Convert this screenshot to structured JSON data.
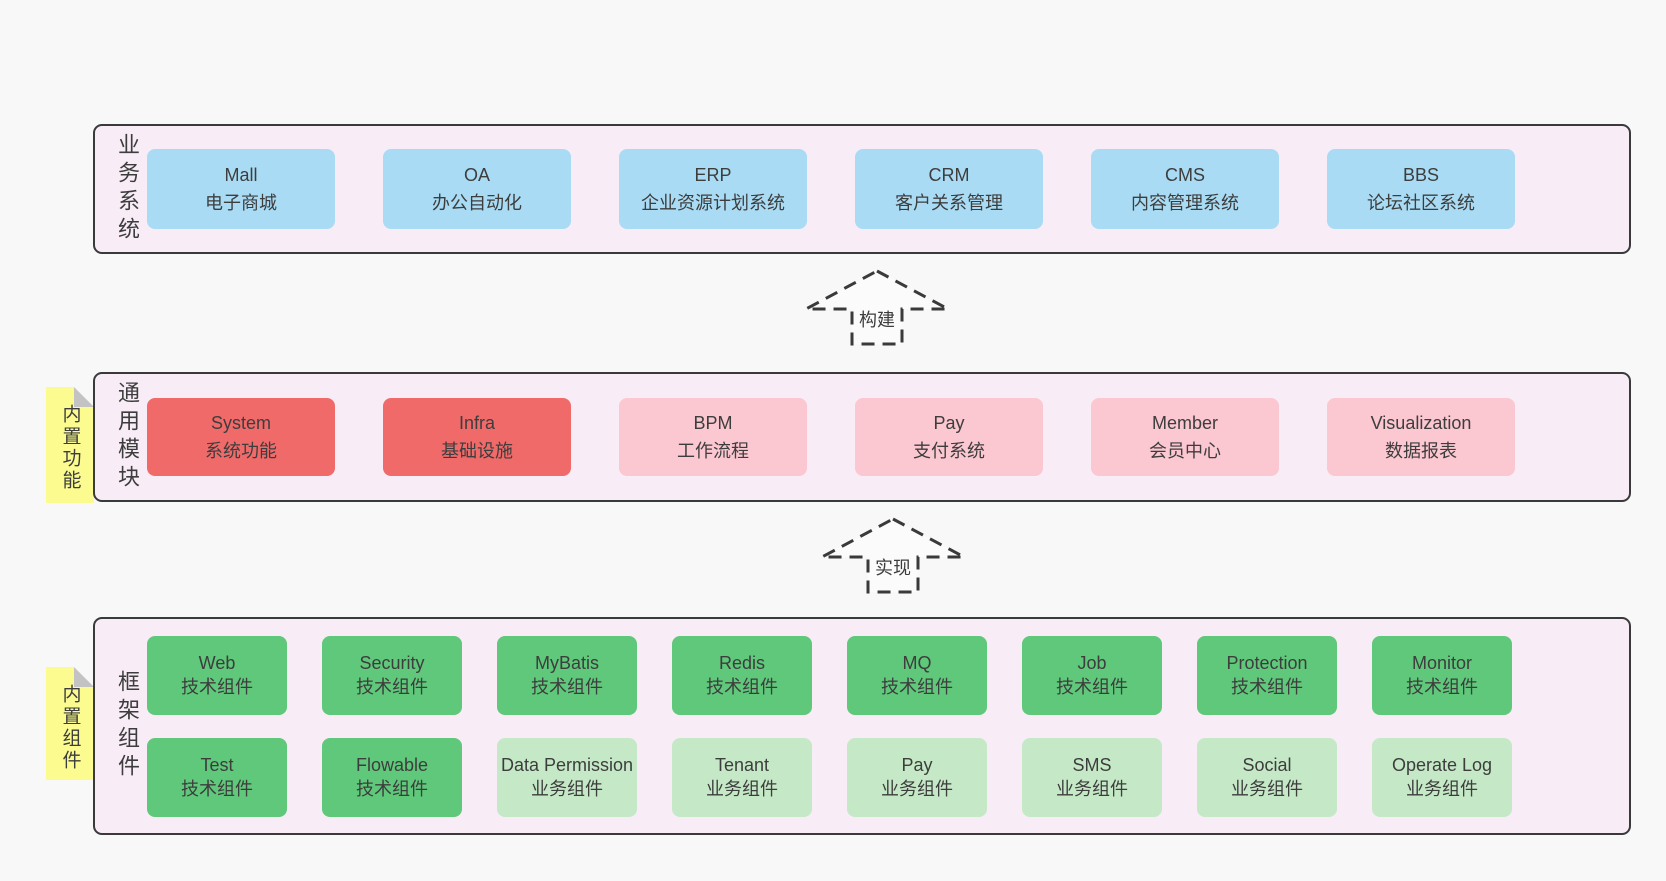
{
  "palette": {
    "page_bg": "#f8f8f8",
    "panel_bg": "#f8edf6",
    "panel_border": "#3a3a3a",
    "blue": "#a9dcf4",
    "red": "#f16a6a",
    "pink": "#fbc7d0",
    "green": "#5fc87a",
    "green_light": "#c5e9c6",
    "yellow": "#fbfb8f",
    "fold": "#c3c3c3",
    "text": "#3d3d3d",
    "arrow": "#3a3a3a"
  },
  "sections": {
    "business": {
      "label": "业务系统",
      "boxes": [
        {
          "title": "Mall",
          "subtitle": "电子商城"
        },
        {
          "title": "OA",
          "subtitle": "办公自动化"
        },
        {
          "title": "ERP",
          "subtitle": "企业资源计划系统"
        },
        {
          "title": "CRM",
          "subtitle": "客户关系管理"
        },
        {
          "title": "CMS",
          "subtitle": "内容管理系统"
        },
        {
          "title": "BBS",
          "subtitle": "论坛社区系统"
        }
      ]
    },
    "modules": {
      "label": "通用模块",
      "note": "内置功能",
      "boxes": [
        {
          "title": "System",
          "subtitle": "系统功能"
        },
        {
          "title": "Infra",
          "subtitle": "基础设施"
        },
        {
          "title": "BPM",
          "subtitle": "工作流程"
        },
        {
          "title": "Pay",
          "subtitle": "支付系统"
        },
        {
          "title": "Member",
          "subtitle": "会员中心"
        },
        {
          "title": "Visualization",
          "subtitle": "数据报表"
        }
      ]
    },
    "components": {
      "label": "框架组件",
      "note": "内置组件",
      "row1": [
        {
          "title": "Web",
          "subtitle": "技术组件"
        },
        {
          "title": "Security",
          "subtitle": "技术组件"
        },
        {
          "title": "MyBatis",
          "subtitle": "技术组件"
        },
        {
          "title": "Redis",
          "subtitle": "技术组件"
        },
        {
          "title": "MQ",
          "subtitle": "技术组件"
        },
        {
          "title": "Job",
          "subtitle": "技术组件"
        },
        {
          "title": "Protection",
          "subtitle": "技术组件"
        },
        {
          "title": "Monitor",
          "subtitle": "技术组件"
        }
      ],
      "row2": [
        {
          "title": "Test",
          "subtitle": "技术组件"
        },
        {
          "title": "Flowable",
          "subtitle": "技术组件"
        },
        {
          "title": "Data Permission",
          "subtitle": "业务组件"
        },
        {
          "title": "Tenant",
          "subtitle": "业务组件"
        },
        {
          "title": "Pay",
          "subtitle": "业务组件"
        },
        {
          "title": "SMS",
          "subtitle": "业务组件"
        },
        {
          "title": "Social",
          "subtitle": "业务组件"
        },
        {
          "title": "Operate Log",
          "subtitle": "业务组件"
        }
      ]
    }
  },
  "arrows": {
    "build": "构建",
    "implement": "实现"
  }
}
